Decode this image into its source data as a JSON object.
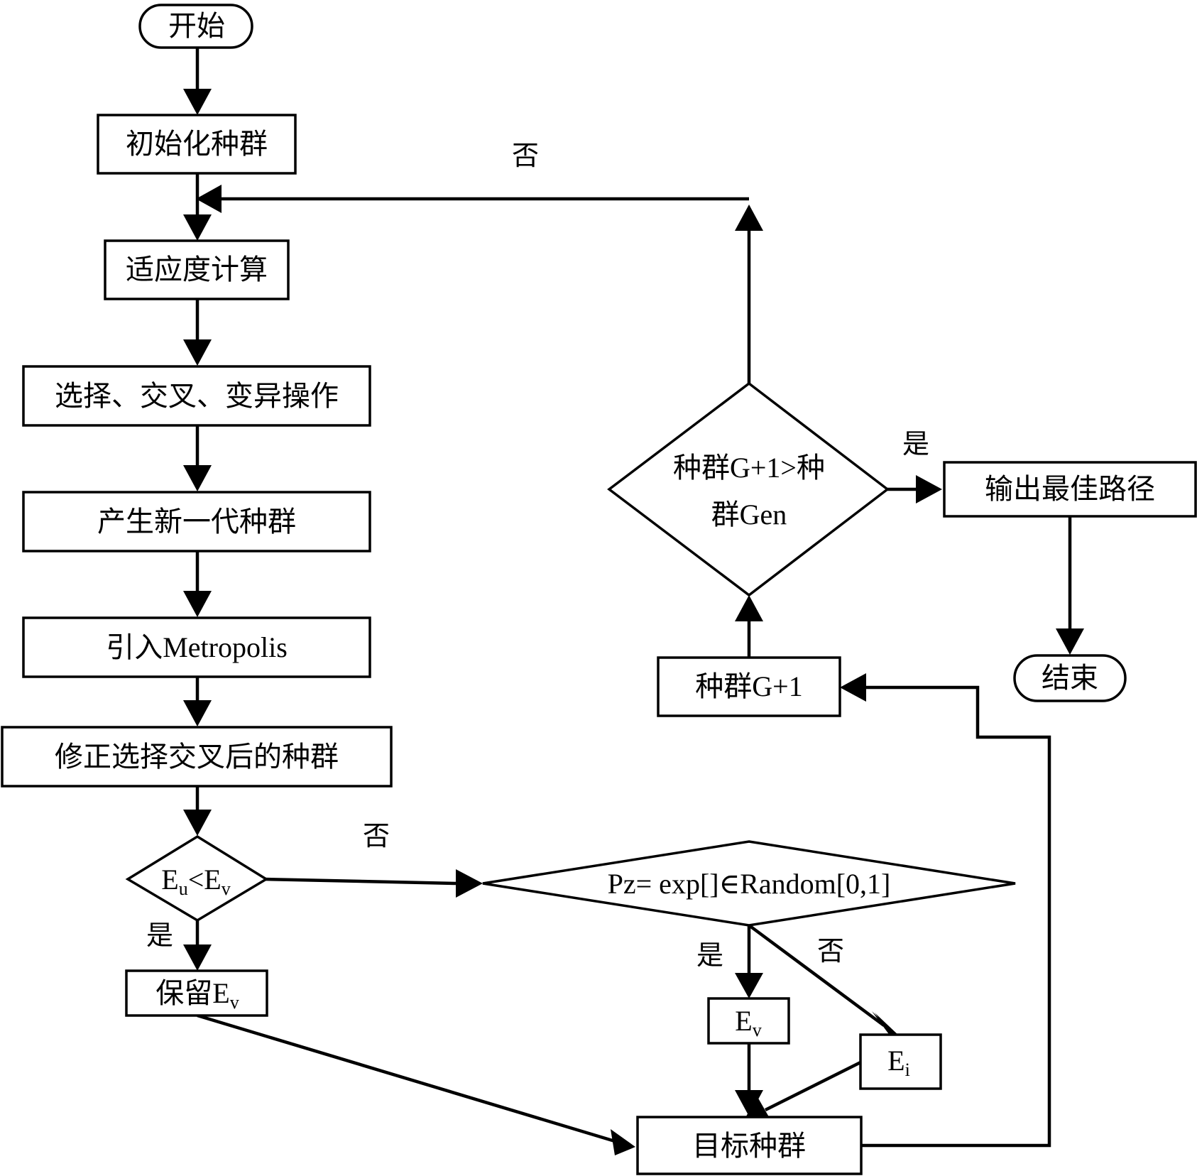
{
  "nodes": {
    "start": "开始",
    "init": "初始化种群",
    "fitness": "适应度计算",
    "ops": "选择、交叉、变异操作",
    "newgen": "产生新一代种群",
    "metropolis": "引入Metropolis",
    "correct": "修正选择交叉后的种群",
    "compare": {
      "e1": "E",
      "s1": "u",
      "op": "<",
      "e2": "E",
      "s2": "v"
    },
    "keep": {
      "text": "保留",
      "e": "E",
      "s": "v"
    },
    "pz": "Pz= exp[]∈Random[0,1]",
    "ev": {
      "e": "E",
      "s": "v"
    },
    "ei": {
      "e": "E",
      "s": "i"
    },
    "target": "目标种群",
    "popg1": "种群G+1",
    "decision": {
      "line1": "种群G+1>种",
      "line2": "群Gen"
    },
    "output": "输出最佳路径",
    "end": "结束"
  },
  "edge_labels": {
    "no_top": "否",
    "no_compare": "否",
    "yes_compare": "是",
    "yes_pz": "是",
    "no_pz": "否",
    "yes_decision": "是"
  }
}
